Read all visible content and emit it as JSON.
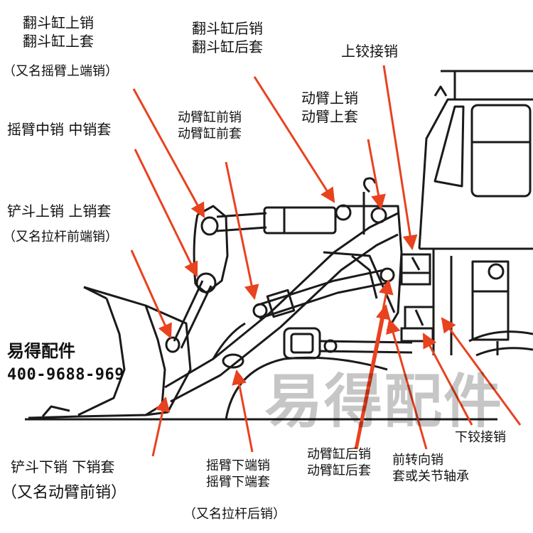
{
  "labels": {
    "dump_cyl_upper": [
      "翻斗缸上销",
      "翻斗缸上套",
      "（又名摇臂上端销）"
    ],
    "dump_cyl_rear": [
      "翻斗缸后销",
      "翻斗缸后套"
    ],
    "upper_hinge": "上铰接销",
    "boom_upper": [
      "动臂上销",
      "动臂上套"
    ],
    "rocker_mid": "摇臂中销  中销套",
    "boom_cyl_front": [
      "动臂缸前销",
      "动臂缸前套"
    ],
    "bucket_upper": [
      "铲斗上销  上销套",
      "（又名拉杆前端销）"
    ],
    "bucket_lower": [
      "铲斗下销  下销套",
      "（又名动臂前销）"
    ],
    "rocker_lower": [
      "摇臂下端销",
      "摇臂下端套",
      "（又名拉杆后销）"
    ],
    "boom_cyl_rear": [
      "动臂缸后销",
      "动臂缸后套"
    ],
    "front_steer": [
      "前转向销",
      "套或关节轴承"
    ],
    "lower_hinge": "下铰接销"
  },
  "brand": {
    "name": "易得配件",
    "phone": "400-9688-969",
    "watermark": "易得配件"
  },
  "colors": {
    "arrow": "#e8421f",
    "line": "#1a1a1a"
  }
}
